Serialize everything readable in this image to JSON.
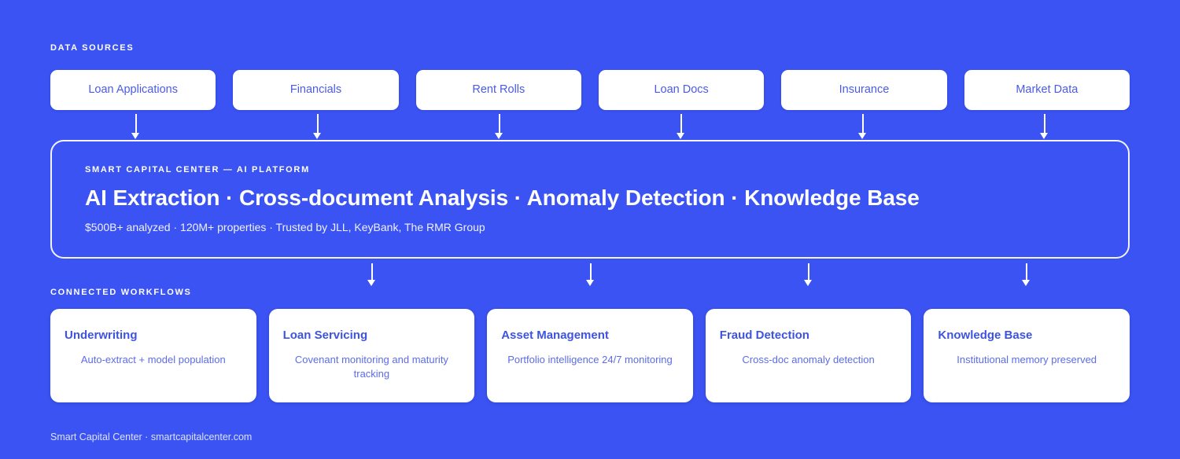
{
  "theme": {
    "background": "#3B53F2",
    "card_background": "#FFFFFF",
    "accent_text": "#4A5BE4",
    "title_text": "#3D53E2",
    "muted_text": "#5C6CE8",
    "panel_border": "#F2F4FF"
  },
  "sources": {
    "label": "DATA SOURCES",
    "items": [
      {
        "label": "Loan Applications"
      },
      {
        "label": "Financials"
      },
      {
        "label": "Rent Rolls"
      },
      {
        "label": "Loan Docs"
      },
      {
        "label": "Insurance"
      },
      {
        "label": "Market Data"
      }
    ]
  },
  "connectors": {
    "top_arrow_icon": "arrow-down-icon",
    "bottom_arrow_icon": "arrow-down-icon",
    "top_count": 6,
    "bottom_count": 4
  },
  "platform": {
    "eyebrow": "SMART CAPITAL CENTER — AI PLATFORM",
    "headline": "AI Extraction · Cross-document Analysis · Anomaly Detection · Knowledge Base",
    "meta": "$500B+ analyzed · 120M+ properties · Trusted by JLL, KeyBank, The RMR Group"
  },
  "workflows": {
    "label": "CONNECTED WORKFLOWS",
    "items": [
      {
        "title": "Underwriting",
        "desc": "Auto-extract + model population"
      },
      {
        "title": "Loan Servicing",
        "desc": "Covenant monitoring and maturity tracking"
      },
      {
        "title": "Asset Management",
        "desc": "Portfolio intelligence 24/7 monitoring"
      },
      {
        "title": "Fraud Detection",
        "desc": "Cross-doc anomaly detection"
      },
      {
        "title": "Knowledge Base",
        "desc": "Institutional memory preserved"
      }
    ]
  },
  "footer": {
    "text": "Smart Capital Center · smartcapitalcenter.com"
  }
}
